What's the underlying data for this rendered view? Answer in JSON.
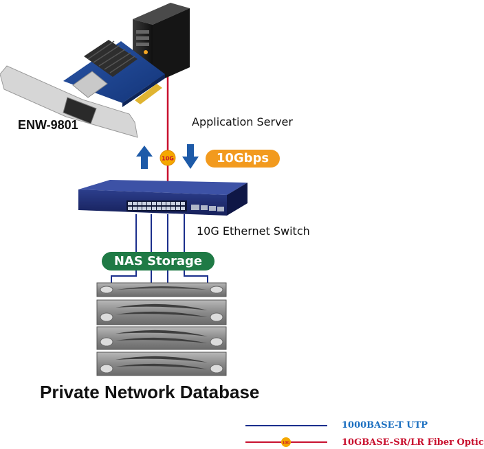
{
  "card": {
    "model": "ENW-9801"
  },
  "server": {
    "label": "Application Server"
  },
  "link": {
    "badge": "10G",
    "speed": "10Gbps"
  },
  "switch": {
    "label": "10G Ethernet Switch"
  },
  "storage": {
    "label": "NAS Storage",
    "unit_count": 4
  },
  "title": "Private Network Database",
  "legend": {
    "utp": {
      "label": "1000BASE-T UTP",
      "color": "#1a2e8c"
    },
    "fiber": {
      "label": "10GBASE-SR/LR Fiber Optic",
      "color": "#c8102e",
      "badge": "10G"
    }
  },
  "colors": {
    "arrow": "#1d5aa8",
    "speed_pill": "#f29a1e",
    "nas_pill": "#1f7a45"
  }
}
